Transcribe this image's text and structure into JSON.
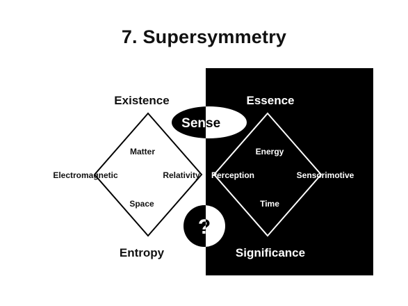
{
  "title": "7. Supersymmetry",
  "colors": {
    "dark": "#000000",
    "light": "#ffffff"
  },
  "left_diamond": {
    "top": "Existence",
    "bottom": "Entropy",
    "inner_top": "Matter",
    "inner_left": "Electromagnetic",
    "inner_right": "Relativity",
    "inner_bottom": "Space"
  },
  "right_diamond": {
    "top": "Essence",
    "bottom": "Significance",
    "inner_top": "Energy",
    "inner_left": "Perception",
    "inner_right": "Sensorimotive",
    "inner_bottom": "Time"
  },
  "center_top": {
    "text_left": "Sen",
    "text_right": "se"
  },
  "center_bottom": {
    "text": "?"
  }
}
